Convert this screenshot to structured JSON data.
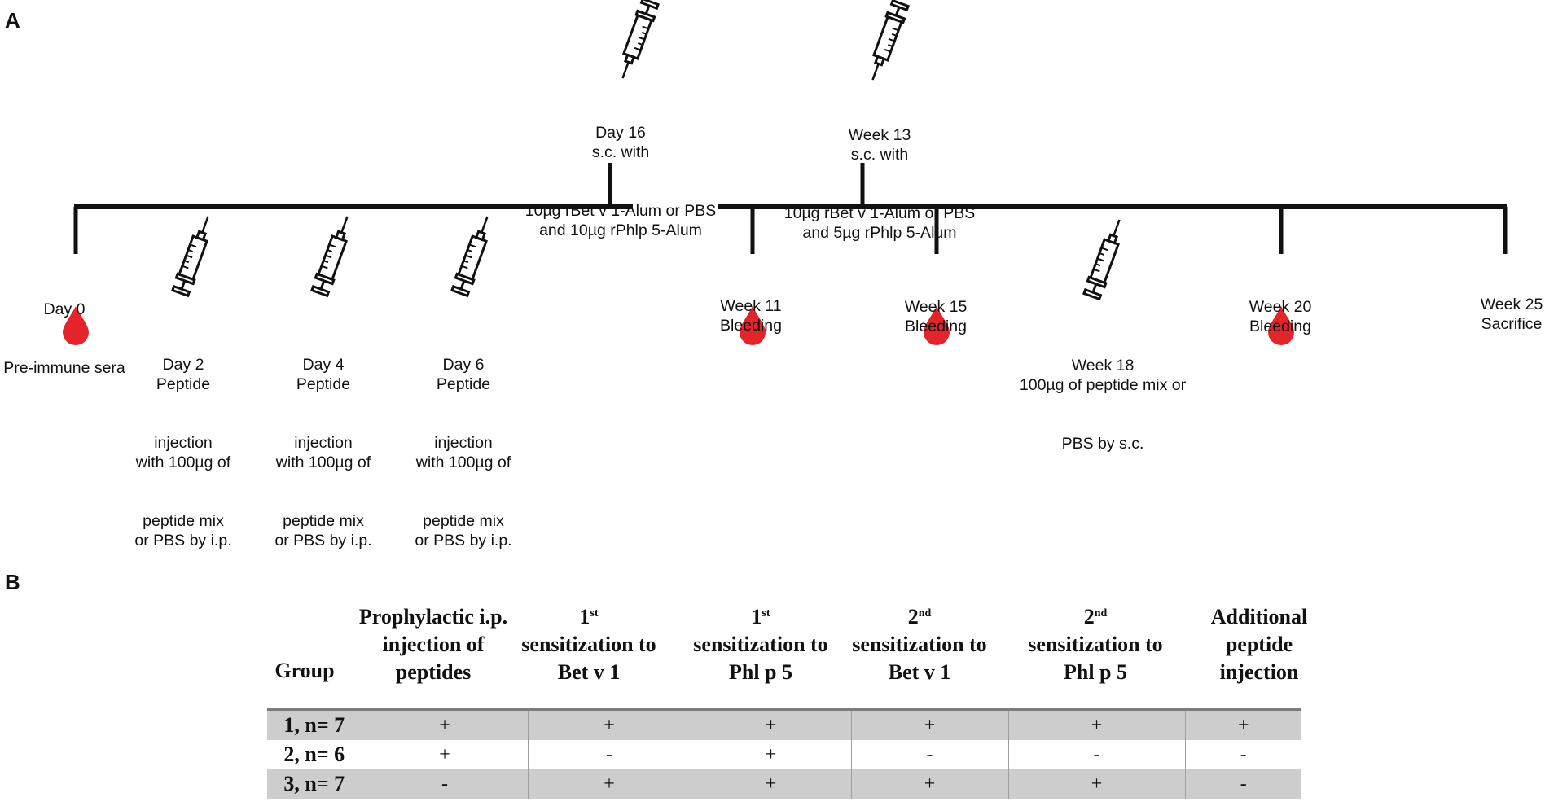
{
  "panels": {
    "a": "A",
    "b": "B"
  },
  "colors": {
    "blood_drop": "#e3242b",
    "line": "#111111",
    "table_shade": "#cdcdcd"
  },
  "timeline": {
    "events": {
      "day0": [
        "Day 0",
        "Pre-immune sera"
      ],
      "day2": [
        "Day 2",
        "Peptide",
        "injection",
        "with 100µg of",
        "peptide mix",
        "or PBS by i.p."
      ],
      "day4": [
        "Day 4",
        "Peptide",
        "injection",
        "with 100µg of",
        "peptide mix",
        "or PBS by i.p."
      ],
      "day6": [
        "Day 6",
        "Peptide",
        "injection",
        "with 100µg of",
        "peptide mix",
        "or PBS by i.p."
      ],
      "day16": [
        "Day 16",
        "s.c. with",
        "10µg rBet v 1-Alum or PBS",
        "and 10µg rPhlp 5-Alum"
      ],
      "week11": [
        "Week 11",
        "Bleeding"
      ],
      "week13": [
        "Week 13",
        "s.c. with",
        "10µg rBet v 1-Alum or PBS",
        "and 5µg rPhlp 5-Alum"
      ],
      "week15": [
        "Week 15",
        "Bleeding"
      ],
      "week18": [
        "Week 18",
        "100µg of peptide mix or",
        "PBS by s.c."
      ],
      "week20": [
        "Week 20",
        "Bleeding"
      ],
      "week25": [
        "Week 25",
        "Sacrifice"
      ]
    },
    "icons": [
      "syringe-icon",
      "blood-drop-icon"
    ]
  },
  "table": {
    "headers": {
      "group": "Group",
      "prophylactic": [
        "Prophylactic i.p.",
        "injection of",
        "peptides"
      ],
      "sens1_bet": {
        "num": "1",
        "sup": "st",
        "line2": "sensitization to",
        "line3": "Bet v 1"
      },
      "sens1_phl": {
        "num": "1",
        "sup": "st",
        "line2": "sensitization to",
        "line3": "Phl p 5"
      },
      "sens2_bet": {
        "num": "2",
        "sup": "nd",
        "line2": "sensitization to",
        "line3": "Bet v 1"
      },
      "sens2_phl": {
        "num": "2",
        "sup": "nd",
        "line2": "sensitization to",
        "line3": "Phl p 5"
      },
      "additional": [
        "Additional",
        "peptide",
        "injection"
      ]
    },
    "rows": [
      {
        "group": "1, n= 7",
        "values": [
          "+",
          "+",
          "+",
          "+",
          "+",
          "+"
        ]
      },
      {
        "group": "2, n= 6",
        "values": [
          "+",
          "-",
          "+",
          "-",
          "-",
          "-"
        ]
      },
      {
        "group": "3, n= 7",
        "values": [
          "-",
          "+",
          "+",
          "+",
          "+",
          "-"
        ]
      }
    ]
  }
}
